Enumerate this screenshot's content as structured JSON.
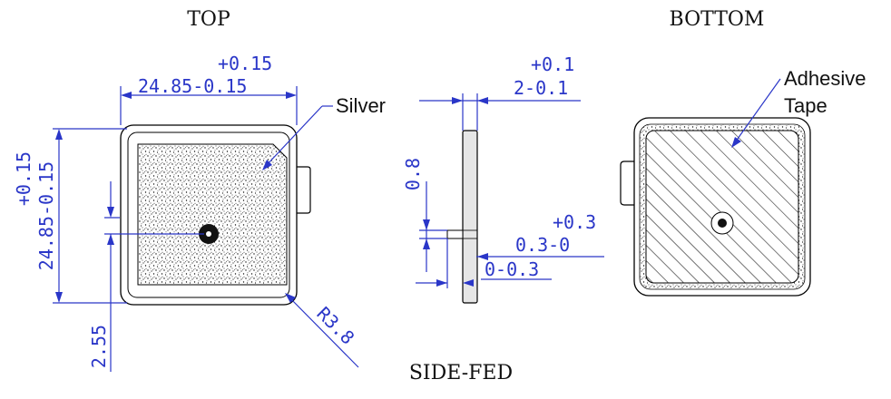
{
  "views": {
    "top_title": "TOP",
    "bottom_title": "BOTTOM",
    "side_title": "SIDE-FED"
  },
  "callouts": {
    "silver": "Silver",
    "adhesive_line1": "Adhesive",
    "adhesive_line2": "Tape"
  },
  "dimensions": {
    "width_tol_plus": "+0.15",
    "width_nominal": "24.85-0.15",
    "height_tol_plus": "+0.15",
    "height_nominal": "24.85-0.15",
    "offset": "2.55",
    "radius": "R3.8",
    "thickness_tol_plus": "+0.1",
    "thickness_nominal": "2-0.1",
    "pin_height": "0.8",
    "pin_tol_plus": "+0.3",
    "pin_nominal_a": "0.3-0",
    "pin_nominal_b": "0-0.3"
  },
  "colors": {
    "dimension": "#2a36c8",
    "outline": "#000000"
  }
}
